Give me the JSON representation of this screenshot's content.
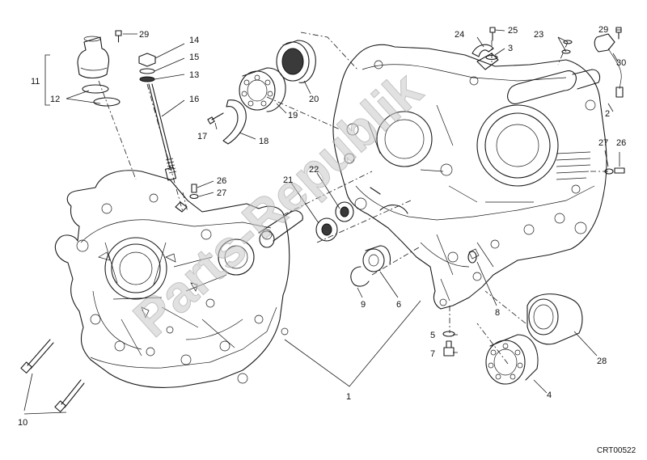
{
  "diagram": {
    "drawing_code": "CRT00522",
    "watermark": "Parts-Republik",
    "callouts": [
      "1",
      "2",
      "3",
      "4",
      "5",
      "6",
      "7",
      "8",
      "9",
      "10",
      "11",
      "12",
      "13",
      "14",
      "15",
      "16",
      "17",
      "18",
      "19",
      "20",
      "21",
      "22",
      "23",
      "24",
      "25",
      "26",
      "27",
      "28",
      "29",
      "30"
    ],
    "colors": {
      "ink": "#1a1a1a",
      "paper": "#ffffff",
      "watermark": "#c9c9c9"
    }
  }
}
